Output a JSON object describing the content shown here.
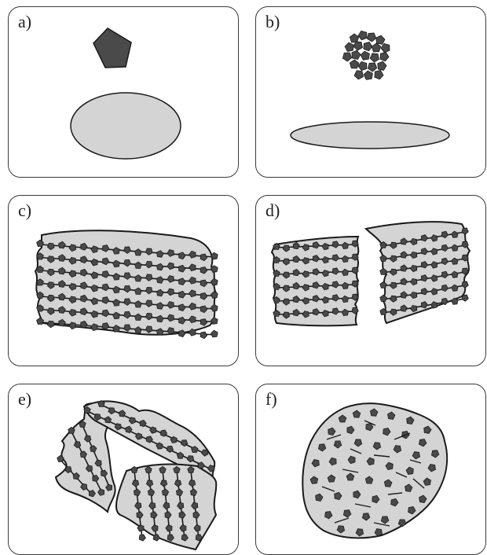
{
  "panels": [
    {
      "id": "a",
      "label": "a)"
    },
    {
      "id": "b",
      "label": "b)"
    },
    {
      "id": "c",
      "label": "c)"
    },
    {
      "id": "d",
      "label": "d)"
    },
    {
      "id": "e",
      "label": "e)"
    },
    {
      "id": "f",
      "label": "f)"
    }
  ],
  "colors": {
    "pentagon": "#4a4a4a",
    "sheet": "#d4d4d4",
    "stroke": "#1a1a1a",
    "border": "#3a3a3a"
  }
}
